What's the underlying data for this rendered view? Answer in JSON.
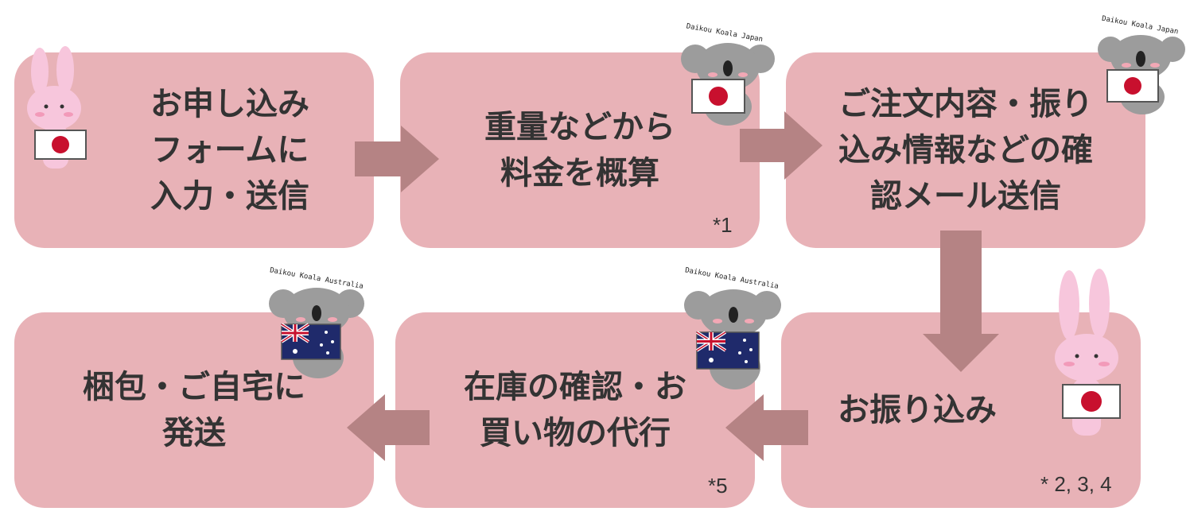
{
  "colors": {
    "box": "#e8b2b7",
    "arrow": "#b58384",
    "text": "#333333"
  },
  "steps": [
    {
      "lines": [
        "お申し込み",
        "フォームに",
        "入力・送信"
      ],
      "note": ""
    },
    {
      "lines": [
        "重量などから",
        "料金を概算"
      ],
      "note": "*1"
    },
    {
      "lines": [
        "ご注文内容・振り",
        "込み情報などの確",
        "認メール送信"
      ],
      "note": ""
    },
    {
      "lines": [
        "お振り込み"
      ],
      "note": "* 2, 3, 4"
    },
    {
      "lines": [
        "在庫の確認・お",
        "買い物の代行"
      ],
      "note": "*5"
    },
    {
      "lines": [
        "梱包・ご自宅に",
        "発送"
      ],
      "note": ""
    }
  ],
  "mascots": {
    "koala_japan_caption": "Daikou Koala Japan",
    "koala_australia_caption": "Daikou Koala Australia",
    "icons": [
      "bunny-japan-flag-icon",
      "koala-japan-flag-icon",
      "koala-australia-flag-icon"
    ]
  }
}
